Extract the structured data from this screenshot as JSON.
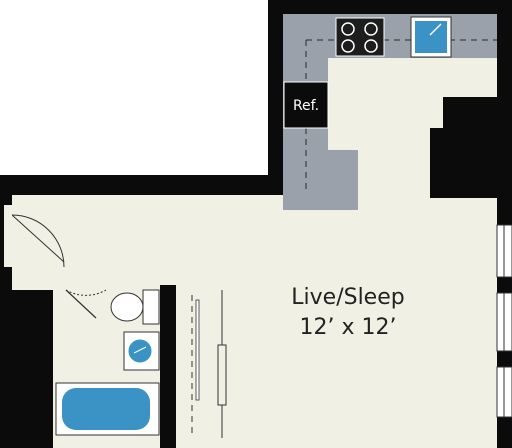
{
  "colors": {
    "wall": "#0b0b0b",
    "floor": "#f1f0e4",
    "counter": "#9aa1aa",
    "fixture_blue": "#3a93c4",
    "window": "#ffffff"
  },
  "labels": {
    "room_name": "Live/Sleep",
    "room_size": "12’ x 12’",
    "fridge": "Ref."
  },
  "icons": [
    "stove-icon",
    "kitchen-sink-icon",
    "toilet-icon",
    "bathroom-sink-icon",
    "bathtub-icon"
  ]
}
